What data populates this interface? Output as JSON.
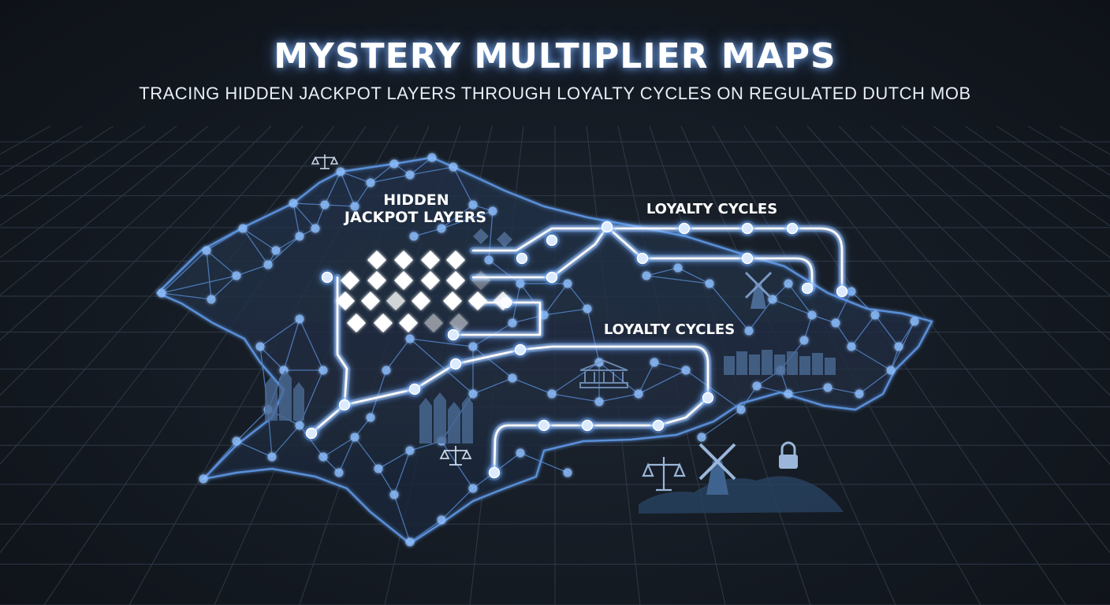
{
  "header": {
    "title": "MYSTERY MULTIPLIER MAPS",
    "subtitle": "TRACING HIDDEN JACKPOT LAYERS THROUGH LOYALTY CYCLES ON REGULATED DUTCH MOB"
  },
  "labels": {
    "hidden_line1": "HIDDEN",
    "hidden_line2": "JACKPOT LAYERS",
    "loyalty_top": "LOYALTY CYCLES",
    "loyalty_mid": "LOYALTY CYCLES"
  },
  "icons": [
    "scales-icon",
    "windmill-icon",
    "lock-icon",
    "canal-houses-icon",
    "court-building-icon"
  ],
  "colors": {
    "background": "#141a22",
    "grid": "#3a4656",
    "network": "#5a8fd8",
    "node": "#8fc0ff",
    "path_glow": "#6aa8ff",
    "path_core": "#ffffff",
    "silhouette": "#4a6a94"
  }
}
